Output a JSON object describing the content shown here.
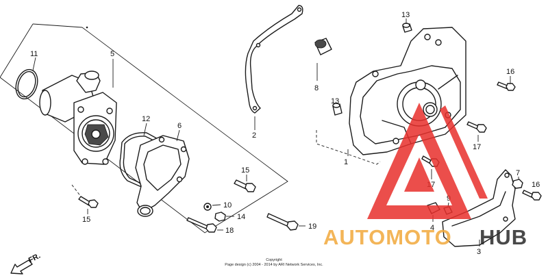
{
  "callouts": {
    "c1": "1",
    "c2": "2",
    "c3": "3",
    "c4": "4",
    "c5": "5",
    "c6": "6",
    "c7": "7",
    "c8": "8",
    "c9": "9",
    "c10": "10",
    "c11": "11",
    "c12": "12",
    "c13a": "13",
    "c13b": "13",
    "c14": "14",
    "c15a": "15",
    "c15b": "15",
    "c16a": "16",
    "c16b": "16",
    "c17a": "17",
    "c17b": "17",
    "c18": "18",
    "c19": "19"
  },
  "direction_label": "FR.",
  "copyright": {
    "line1": "Copyright",
    "line2": "Page design (c) 2004 - 2014 by ARI Network Services, Inc."
  },
  "watermark": {
    "part1": "AUTOMOTO",
    "part2": "HUB",
    "colors": {
      "triangle": "#e8302c",
      "part1": "#f2a93b",
      "part2": "#2a2a2a"
    }
  }
}
